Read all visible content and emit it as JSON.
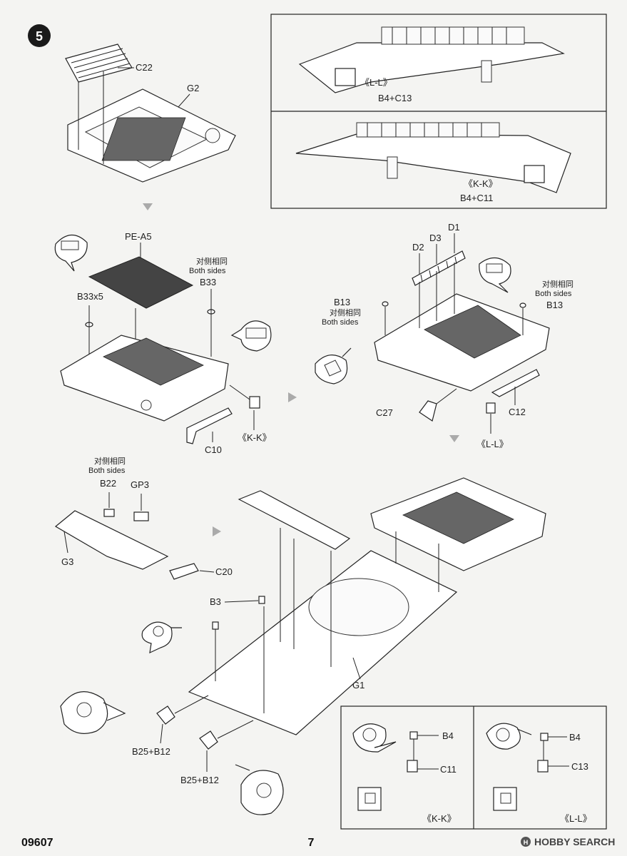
{
  "step": {
    "number": "5"
  },
  "footer": {
    "model_number": "09607",
    "page_number": "7",
    "watermark": "HOBBY SEARCH"
  },
  "note": {
    "cn": "对侧相同",
    "en": "Both sides"
  },
  "insets": {
    "top_upper": {
      "section": "《L-L》",
      "combo": "B4+C13"
    },
    "top_lower": {
      "section": "《K-K》",
      "combo": "B4+C11"
    },
    "bottom_left": {
      "section": "《K-K》",
      "part_a": "B4",
      "part_b": "C11"
    },
    "bottom_right": {
      "section": "《L-L》",
      "part_a": "B4",
      "part_b": "C13"
    }
  },
  "labels": {
    "c22": "C22",
    "g2": "G2",
    "pe_a5": "PE-A5",
    "b33x5": "B33x5",
    "b33": "B33",
    "c10": "C10",
    "kk_mid": "《K-K》",
    "d1": "D1",
    "d2": "D2",
    "d3": "D3",
    "b13_left": "B13",
    "b13_right": "B13",
    "c27": "C27",
    "c12": "C12",
    "ll_mid": "《L-L》",
    "b22": "B22",
    "gp3": "GP3",
    "g3": "G3",
    "c20": "C20",
    "b3": "B3",
    "g1": "G1",
    "b25_b12_a": "B25+B12",
    "b25_b12_b": "B25+B12"
  }
}
